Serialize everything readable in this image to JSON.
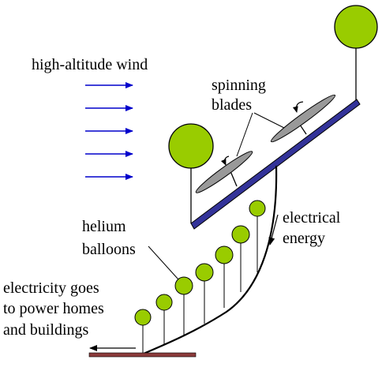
{
  "labels": {
    "wind": "high-altitude wind",
    "blades_line1": "spinning",
    "blades_line2": "blades",
    "energy_line1": "electrical",
    "energy_line2": "energy",
    "balloons_line1": "helium",
    "balloons_line2": "balloons",
    "output_line1": "electricity goes",
    "output_line2": "to power homes",
    "output_line3": "and buildings"
  },
  "colors": {
    "balloon_fill": "#99cc00",
    "frame": "#333399",
    "wind_arrow": "#0000cc",
    "blade": "#999999",
    "ground": "#8b3a3a"
  },
  "icons": {
    "wind": "arrow-right-icon",
    "balloon": "balloon-icon",
    "rotation": "curved-arrow-icon"
  }
}
